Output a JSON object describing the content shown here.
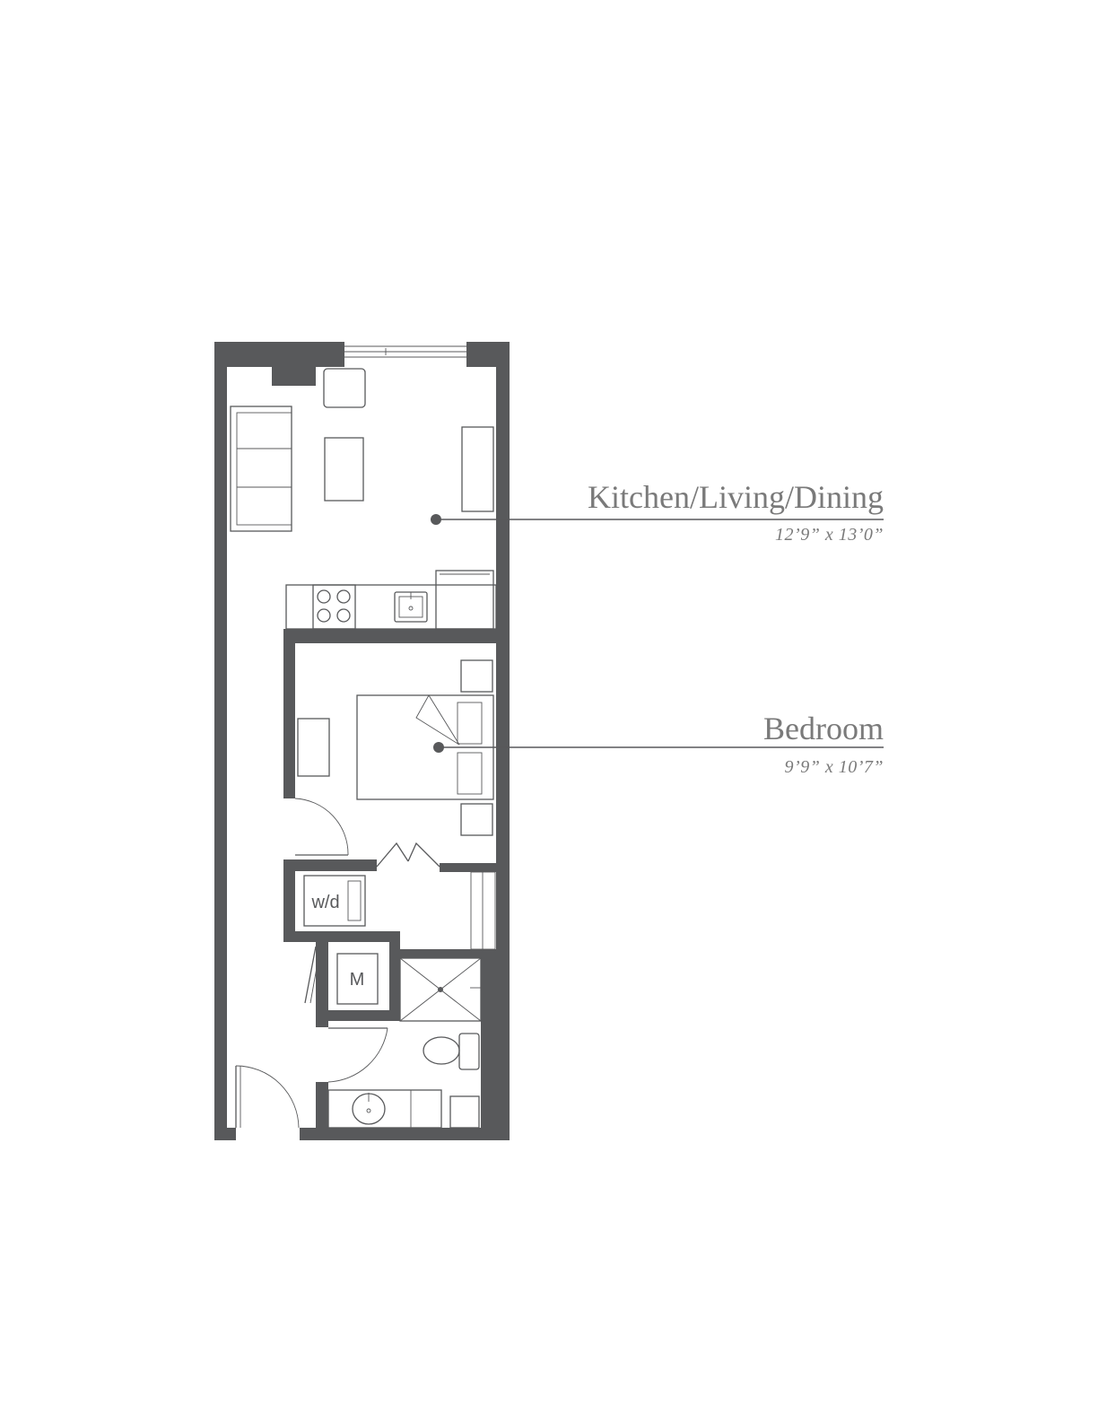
{
  "rooms": [
    {
      "name": "Kitchen/Living/Dining",
      "dimensions": "12’9” x 13’0”"
    },
    {
      "name": "Bedroom",
      "dimensions": "9’9” x 10’7”"
    }
  ],
  "fixtures": {
    "washer_dryer": "w/d",
    "mechanical": "M"
  },
  "colors": {
    "wall": "#58595b",
    "text": "#7a7a7a"
  }
}
